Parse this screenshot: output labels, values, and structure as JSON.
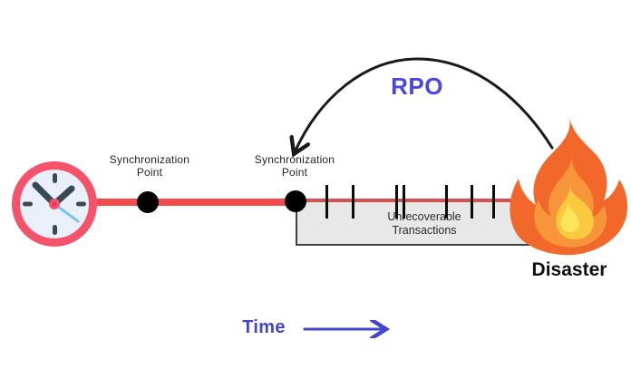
{
  "timeline": {
    "sync_point_1_label": "Synchronization\nPoint",
    "sync_point_2_label": "Synchronization\nPoint",
    "time_label": "Time"
  },
  "rpo": {
    "label": "RPO"
  },
  "unrecoverable": {
    "label": "Unrecoverable\nTransactions",
    "tick_positions_x": [
      360,
      389,
      437,
      445,
      492,
      520,
      544
    ]
  },
  "disaster": {
    "label": "Disaster"
  },
  "icons": {
    "clock": "analog-clock-icon",
    "fire": "flame-icon",
    "rpo_arrow": "curved-arrow-to-sync-point",
    "time_arrow": "right-arrow"
  },
  "colors": {
    "timeline_red": "#F14B4B",
    "thin_timeline_red": "#D85050",
    "accent_indigo": "#4545DE",
    "rpo_text": "#4946E3",
    "gray_zone": "#E8E8E8",
    "sync_dot": "#000000",
    "clock_ring": "#F4536B",
    "clock_face": "#EAF0F9",
    "clock_hands": "#3A4A54",
    "clock_second_hand": "#7EC3EE",
    "flame_outer": "#F2672A",
    "flame_mid": "#F7953B",
    "flame_inner": "#FBC93F",
    "flame_core": "#FCE45B",
    "arc_black": "#1A1A1A"
  }
}
